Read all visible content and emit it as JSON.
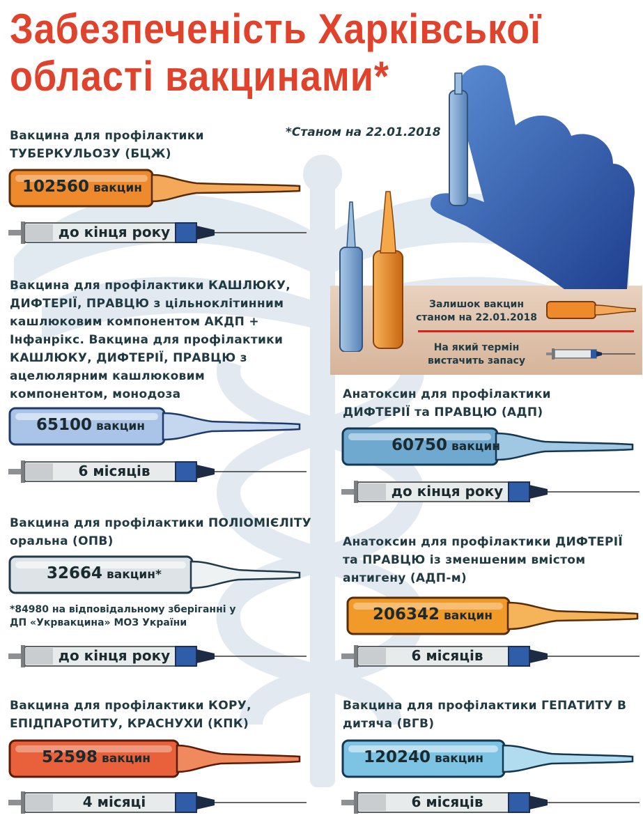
{
  "title": {
    "line1": "Забезпеченість Харківської",
    "line2": "області вакцинами*"
  },
  "as_of": "*Станом на 22.01.2018",
  "legend": {
    "remaining": "Залишок вакцин станом на 22.01.2018",
    "duration": "На який термін вистачить запасу"
  },
  "unit": "вакцин",
  "vaccines": [
    {
      "title": "Вакцина для профілактики ТУБЕРКУЛЬОЗУ (БЦЖ)",
      "count": "102560",
      "unit": "вакцин",
      "duration": "до кінця року",
      "color": "#ee8a2c"
    },
    {
      "title": "Вакцина для профілактики КАШЛЮКУ, ДИФТЕРІЇ, ПРАВЦЮ з цільноклітинним кашлюковим компонентом АКДП + Інфанрікс. Вакцина для профілактики КАШЛЮКУ, ДИФТЕРІЇ, ПРАВЦЮ з ацелюлярним кашлюковим компонентом, монодоза",
      "count": "65100",
      "unit": "вакцин",
      "duration": "6 місяців",
      "color": "#a9c4e6"
    },
    {
      "title": "Вакцина для профілактики ПОЛІОМІЄЛІТУ оральна (ОПВ)",
      "count": "32664",
      "unit": "вакцин*",
      "duration": "до кінця року",
      "color": "#dde3e6",
      "note": "*84980 на відповідальному зберіганні у ДП «Укрвакцина» МОЗ України"
    },
    {
      "title": "Вакцина для профілактики КОРУ, ЕПІДПАРОТИТУ, КРАСНУХИ (КПК)",
      "count": "52598",
      "unit": "вакцин",
      "duration": "4 місяці",
      "color": "#e8613a"
    },
    {
      "title": "Анатоксин для профілактики ДИФТЕРІЇ та ПРАВЦЮ (АДП)",
      "count": "60750",
      "unit": "вакцин",
      "duration": "до кінця року",
      "color": "#6fa9d0"
    },
    {
      "title": "Анатоксин для профілактики ДИФТЕРІЇ та ПРАВЦЮ із зменшеним вмістом антигену (АДП-м)",
      "count": "206342",
      "unit": "вакцин",
      "duration": "6 місяців",
      "color": "#f19a2a"
    },
    {
      "title": "Вакцина для профілактики ГЕПАТИТУ В дитяча (ВГВ)",
      "count": "120240",
      "unit": "вакцин",
      "duration": "6 місяців",
      "color": "#7cc3e4"
    }
  ]
}
